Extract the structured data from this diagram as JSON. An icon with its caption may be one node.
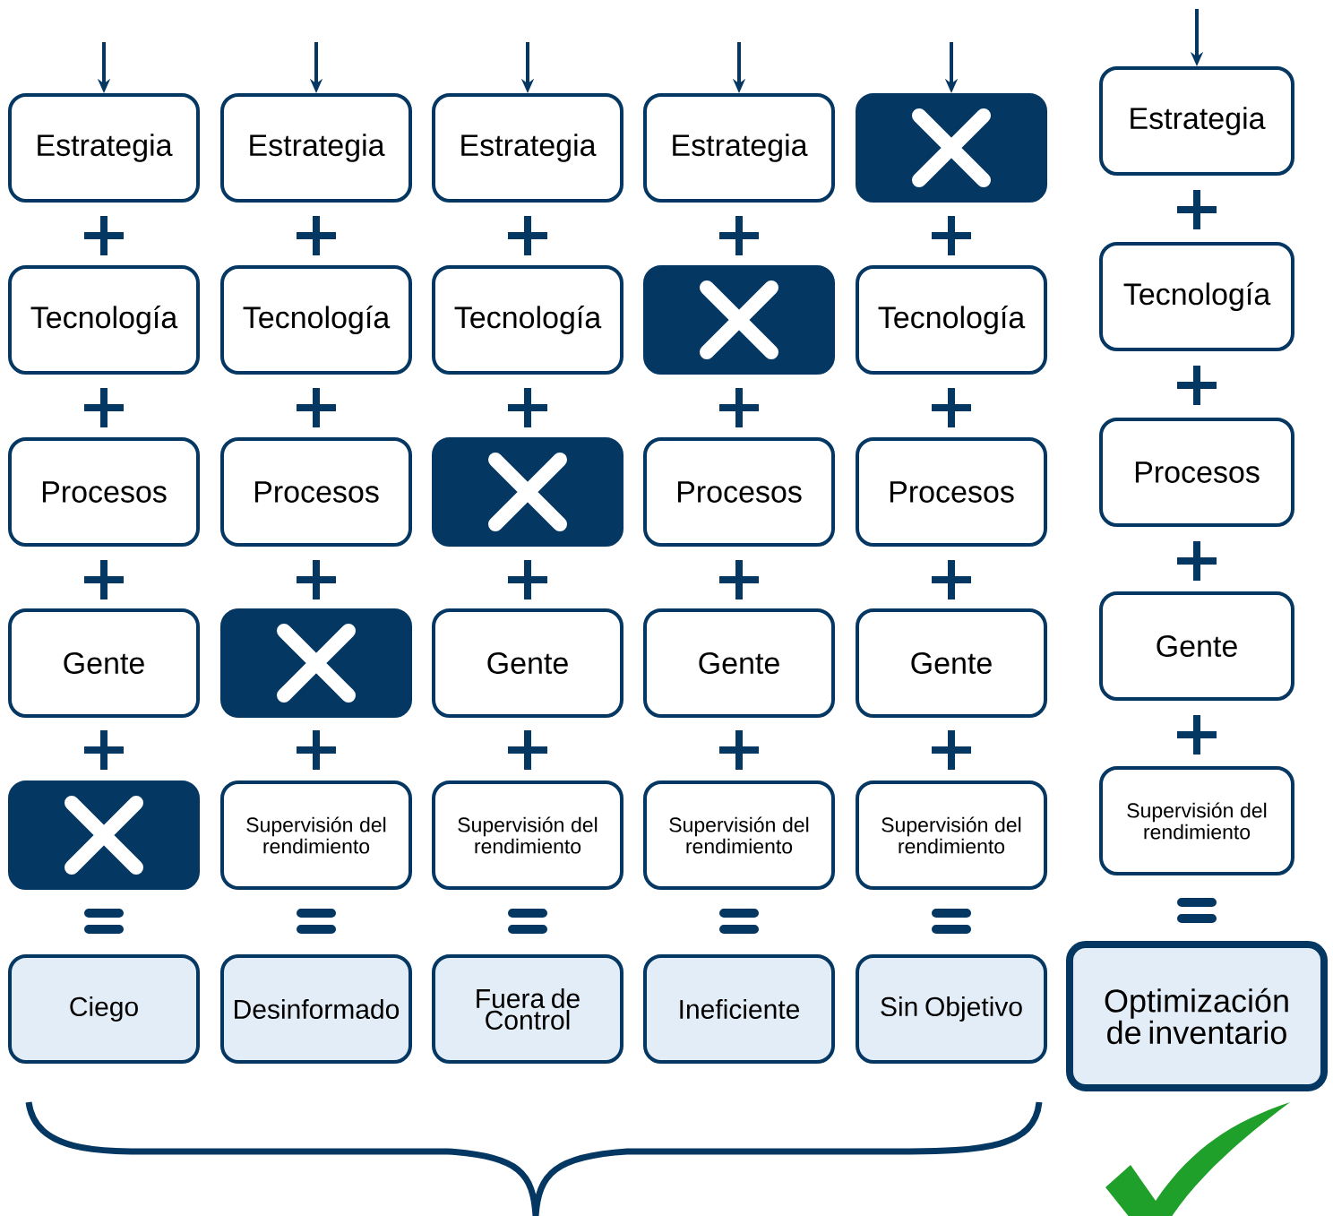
{
  "diagram": {
    "nodes": [
      {
        "text": [
          "Estrategia"
        ]
      },
      {
        "text": [
          "Tecnología"
        ]
      },
      {
        "text": [
          "Procesos"
        ]
      },
      {
        "text": [
          "Gente"
        ]
      },
      {
        "text": [],
        "shape": "box"
      },
      {
        "text": [
          "Ciego"
        ]
      },
      {
        "text": [
          "Estrategia"
        ]
      },
      {
        "text": [
          "Tecnología"
        ]
      },
      {
        "text": [
          "Procesos"
        ]
      },
      {
        "text": [],
        "shape": "box"
      },
      {
        "text": [
          "Supervisión del rendimiento"
        ]
      },
      {
        "text": [
          "Desinformado"
        ]
      },
      {
        "text": [
          "Estrategia"
        ]
      },
      {
        "text": [
          "Tecnología"
        ]
      },
      {
        "text": [],
        "shape": "box"
      },
      {
        "text": [
          "Gente"
        ]
      },
      {
        "text": [
          "Supervisión del rendimiento"
        ]
      },
      {
        "text": [
          "Fuera de Control"
        ]
      },
      {
        "text": [
          "Estrategia"
        ]
      },
      {
        "text": [],
        "shape": "box"
      },
      {
        "text": [
          "Procesos"
        ]
      },
      {
        "text": [
          "Gente"
        ]
      },
      {
        "text": [
          "Supervisión del rendimiento"
        ]
      },
      {
        "text": [
          "Ineficiente"
        ]
      },
      {
        "text": [],
        "shape": "box"
      },
      {
        "text": [
          "Tecnología"
        ]
      },
      {
        "text": [
          "Procesos"
        ]
      },
      {
        "text": [
          "Gente"
        ]
      },
      {
        "text": [
          "Supervisión del rendimiento"
        ]
      },
      {
        "text": [
          "Sin Objetivo"
        ]
      },
      {
        "text": [
          "Estrategia"
        ]
      },
      {
        "text": [
          "Tecnología"
        ]
      },
      {
        "text": [
          "Procesos"
        ]
      },
      {
        "text": [
          "Gente"
        ]
      },
      {
        "text": [
          "Supervisión del rendimiento"
        ]
      },
      {
        "text": [
          "Optimización de inventario"
        ]
      }
    ],
    "edges": [
      {
        "from": null,
        "to": 0,
        "arrow": "to"
      },
      {
        "from": null,
        "to": 6,
        "arrow": "to"
      },
      {
        "from": null,
        "to": 12,
        "arrow": "to"
      },
      {
        "from": null,
        "to": 18,
        "arrow": "to"
      },
      {
        "from": null,
        "to": 24,
        "arrow": "to"
      },
      {
        "from": null,
        "to": 30,
        "arrow": "to"
      }
    ]
  }
}
